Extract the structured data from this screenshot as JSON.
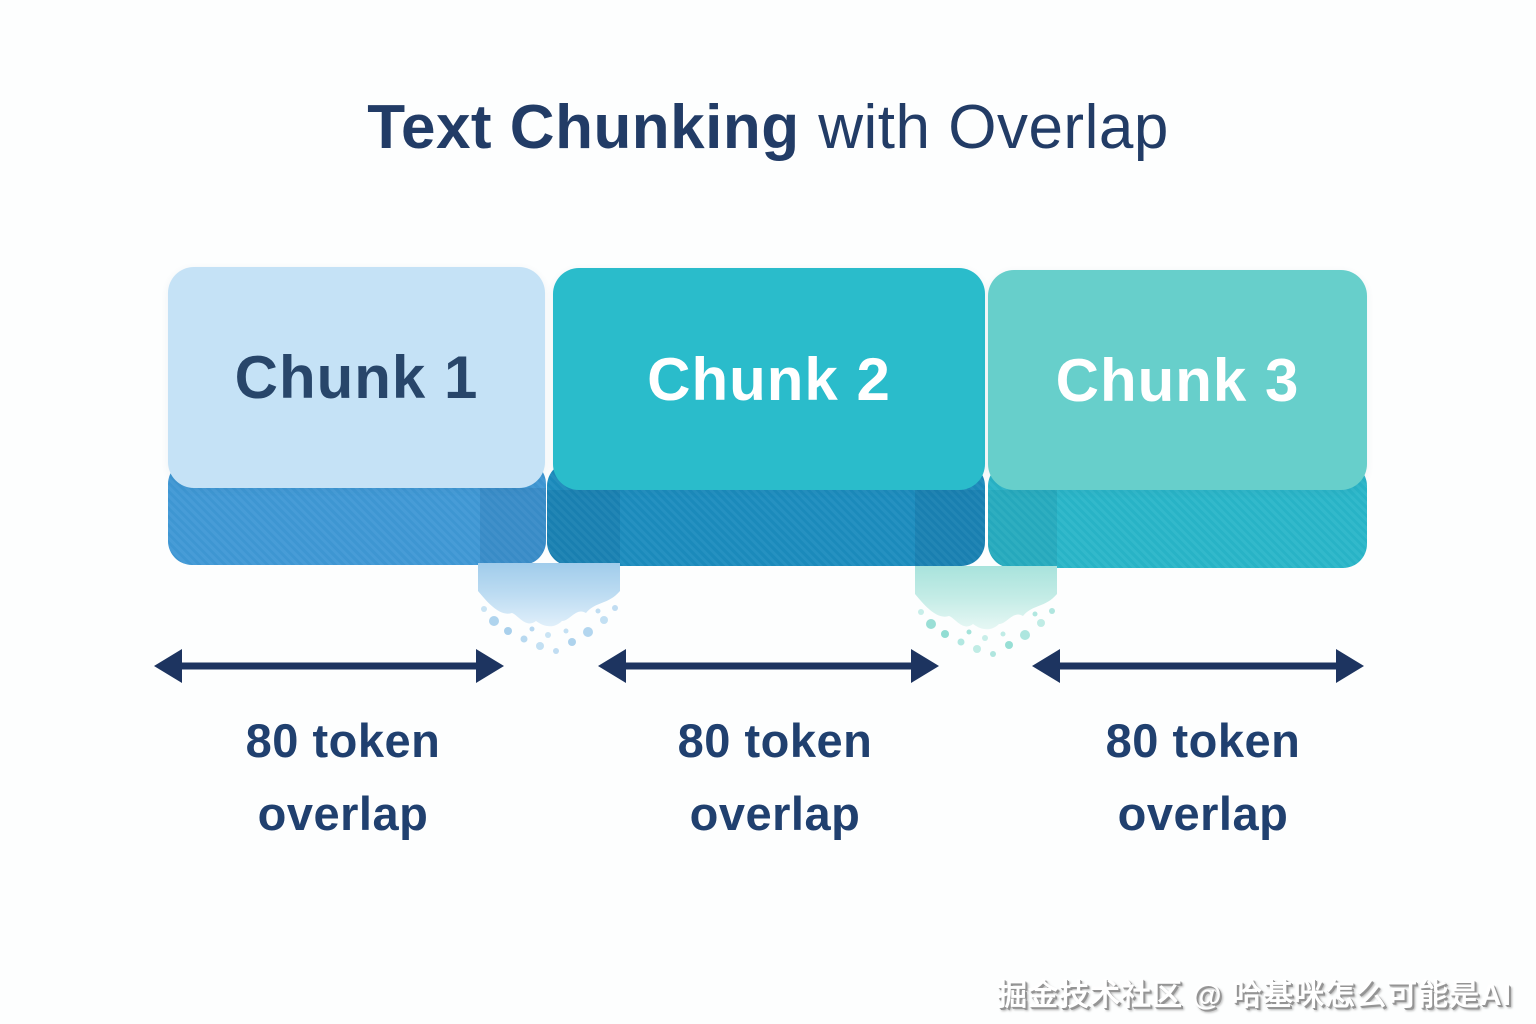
{
  "title": {
    "bold": "Text Chunking",
    "regular": "with Overlap",
    "color": "#223c66"
  },
  "chunks": [
    {
      "label": "Chunk 1",
      "body_color": "#c5e2f6",
      "band_color": "#3f98d5",
      "label_color": "#28466a"
    },
    {
      "label": "Chunk 2",
      "body_color": "#2abccb",
      "band_color": "#1b8cbe",
      "label_color": "#ffffff"
    },
    {
      "label": "Chunk 3",
      "body_color": "#67cfcb",
      "band_color": "#29b6c9",
      "label_color": "#ffffff"
    }
  ],
  "overlap_labels": [
    {
      "line1": "80 token",
      "line2": "overlap"
    },
    {
      "line1": "80 token",
      "line2": "overlap"
    },
    {
      "line1": "80 token",
      "line2": "overlap"
    }
  ],
  "colors": {
    "arrow": "#1d3460",
    "overlap_label_text": "#20406f",
    "dissolve_blue": "#a6cfec",
    "dissolve_mint": "#9fdfd8",
    "background": "#fdfefe"
  },
  "watermark": "掘金技术社区 @ 哈基咪怎么可能是AI"
}
